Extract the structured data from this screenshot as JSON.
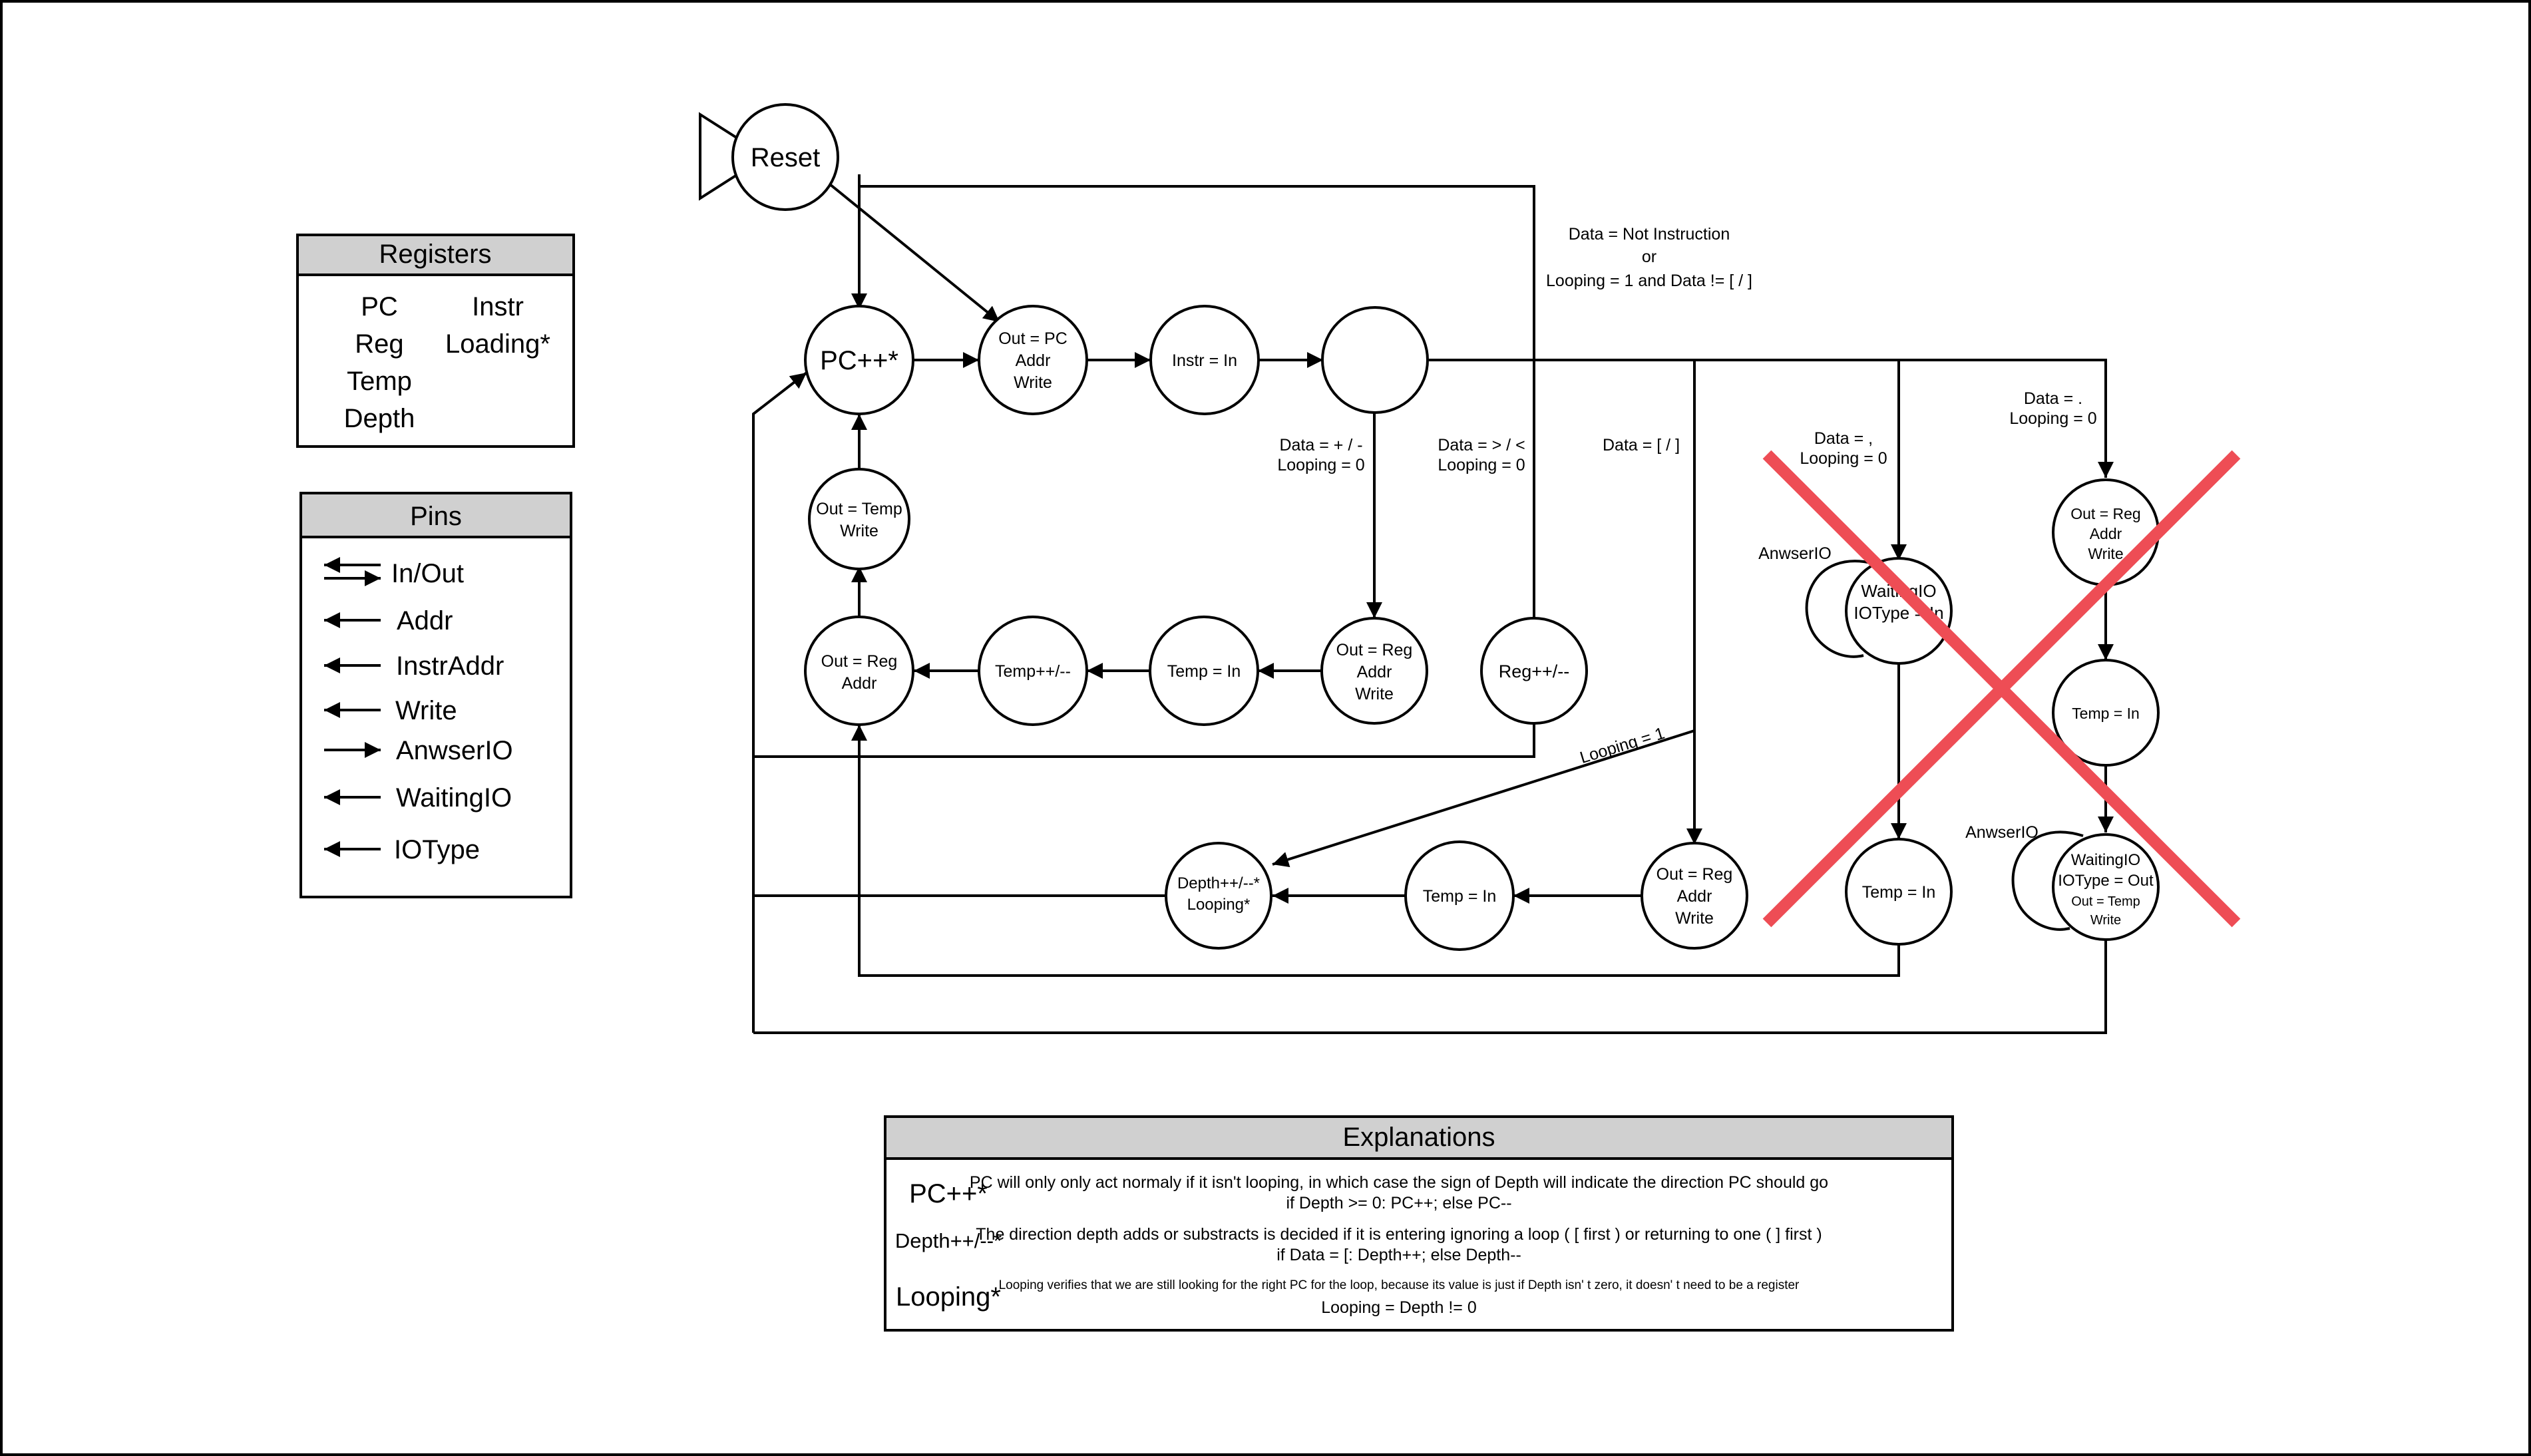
{
  "registers": {
    "title": "Registers",
    "items": [
      "PC",
      "Instr",
      "Reg",
      "Loading*",
      "Temp",
      "Depth"
    ]
  },
  "pins": {
    "title": "Pins",
    "items": [
      {
        "label": "In/Out",
        "dir": "both"
      },
      {
        "label": "Addr",
        "dir": "out"
      },
      {
        "label": "InstrAddr",
        "dir": "out"
      },
      {
        "label": "Write",
        "dir": "out"
      },
      {
        "label": "AnwserIO",
        "dir": "in"
      },
      {
        "label": "WaitingIO",
        "dir": "out"
      },
      {
        "label": "IOType",
        "dir": "out"
      }
    ]
  },
  "states": {
    "reset": "Reset",
    "pc": "PC++*",
    "fetch": [
      "Out = PC",
      "Addr",
      "Write"
    ],
    "instr": "Instr = In",
    "decode": "",
    "temp_write": [
      "Out = Temp",
      "Write"
    ],
    "out_reg_addr": [
      "Out = Reg",
      "Addr"
    ],
    "temp_pm": "Temp++/--",
    "temp_in_1": "Temp = In",
    "out_reg_addr_write_1": [
      "Out = Reg",
      "Addr",
      "Write"
    ],
    "reg_pm": "Reg++/--",
    "depth": [
      "Depth++/--*",
      "Looping*"
    ],
    "temp_in_2": "Temp = In",
    "out_reg_addr_write_2": [
      "Out = Reg",
      "Addr",
      "Write"
    ],
    "waiting_in": [
      "WaitingIO",
      "IOType = In"
    ],
    "temp_in_3": "Temp = In",
    "out_reg_addr_write_3": [
      "Out = Reg",
      "Addr",
      "Write"
    ],
    "temp_in_4": "Temp = In",
    "waiting_out": [
      "WaitingIO",
      "IOType = Out",
      "Out = Temp",
      "Write"
    ]
  },
  "edge_labels": {
    "not_instruction": [
      "Data = Not Instruction",
      "or",
      "Looping = 1 and Data != [ / ]"
    ],
    "plus_minus": [
      "Data = + / -",
      "Looping = 0"
    ],
    "gt_lt": [
      "Data = > / <",
      "Looping = 0"
    ],
    "brackets": "Data = [ / ]",
    "comma": [
      "Data = ,",
      "Looping = 0"
    ],
    "dot": [
      "Data = .",
      "Looping = 0"
    ],
    "looping_1": "Looping = 1",
    "answer_io_1": "AnwserIO",
    "answer_io_2": "AnwserIO"
  },
  "explanations": {
    "title": "Explanations",
    "rows": [
      {
        "term": "PC++*",
        "text": [
          "PC will only only act normaly if it isn't looping, in which case the sign of Depth will indicate the direction PC should go",
          "if Depth >= 0: PC++; else PC--"
        ]
      },
      {
        "term": "Depth++/--*",
        "text": [
          "The direction depth adds or substracts is decided if it is entering ignoring a loop ( [ first ) or returning to one ( ] first )",
          "if Data = [: Depth++; else Depth--"
        ]
      },
      {
        "term": "Looping*",
        "text": [
          "Looping verifies that we are still looking for the right PC for the loop, because its value is just if Depth isn' t zero, it doesn' t need to be a register",
          "Looping = Depth != 0"
        ]
      }
    ]
  },
  "colors": {
    "cross": "#ee4d55",
    "line": "#000000",
    "header_fill": "#d0d0d0"
  }
}
